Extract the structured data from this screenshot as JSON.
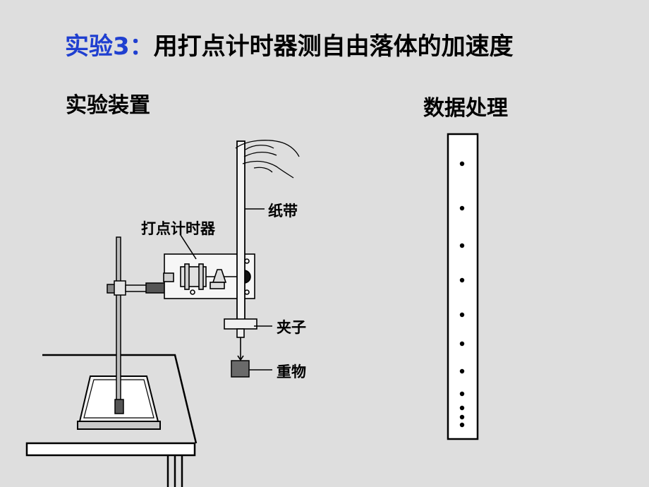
{
  "title": {
    "prefix": "实验3：",
    "text": "用打点计时器测自由落体的加速度"
  },
  "setup_heading": "实验装置",
  "data_heading": "数据处理",
  "labels": {
    "timer": "打点计时器",
    "tape": "纸带",
    "clip": "夹子",
    "weight": "重物"
  },
  "tape_dots": 11
}
